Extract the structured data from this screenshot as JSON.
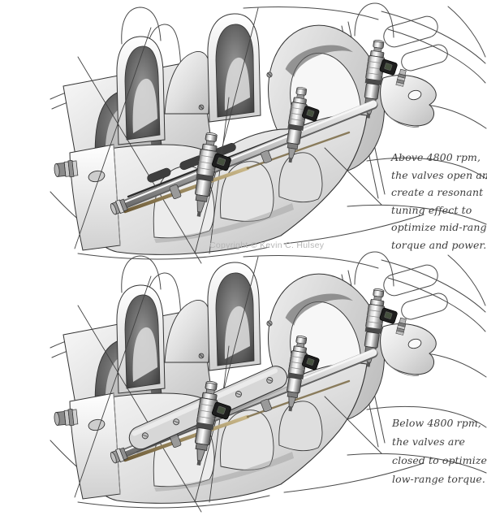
{
  "captions": {
    "above": {
      "lines": [
        "Above 4800 rpm,",
        "the valves open and",
        "create a resonant",
        "tuning effect to",
        "optimize mid-range",
        "torque and power."
      ]
    },
    "below": {
      "lines": [
        "Below 4800 rpm,",
        "the valves are",
        "closed to optimize",
        "low-range torque."
      ]
    }
  },
  "copyright": "Copyright © Kevin C. Hulsey",
  "colors": {
    "background": "#ffffff",
    "outline": "#3d3d3d",
    "metal_light": "#f4f4f4",
    "metal_mid": "#c6c6c6",
    "metal_dark": "#7e7e7e",
    "brass": "#8d7a52",
    "connector_black": "#1e1e1e",
    "caption_text": "#3d3d3d",
    "copyright_text": "#b6b6b6"
  }
}
